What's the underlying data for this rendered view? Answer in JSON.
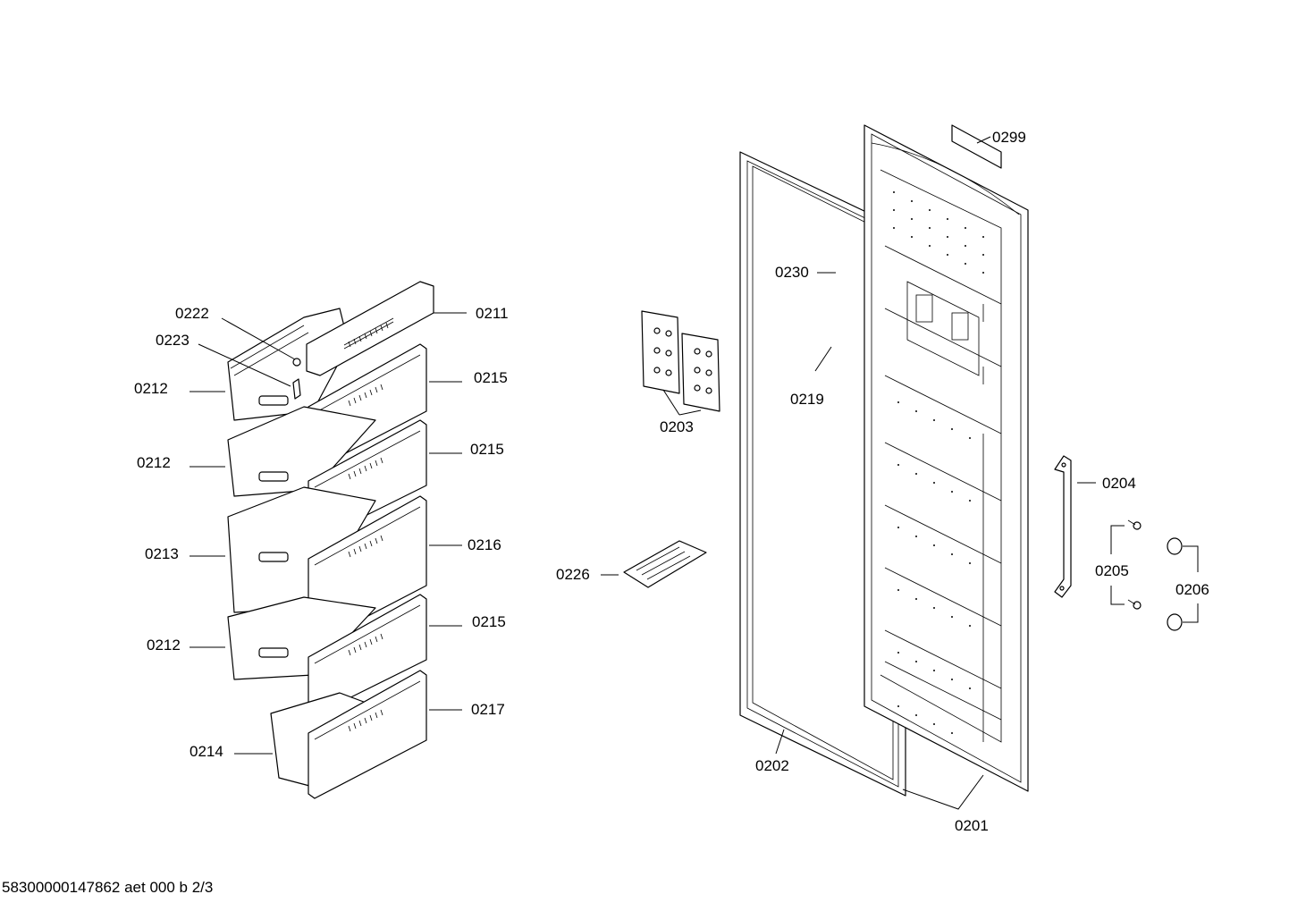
{
  "labels": {
    "p0299": "0299",
    "p0230": "0230",
    "p0222": "0222",
    "p0223": "0223",
    "p0211": "0211",
    "p0212a": "0212",
    "p0215a": "0215",
    "p0203": "0203",
    "p0219": "0219",
    "p0212b": "0212",
    "p0215b": "0215",
    "p0204": "0204",
    "p0213": "0213",
    "p0216": "0216",
    "p0226": "0226",
    "p0205": "0205",
    "p0206": "0206",
    "p0212c": "0212",
    "p0215c": "0215",
    "p0217": "0217",
    "p0214": "0214",
    "p0202": "0202",
    "p0201": "0201"
  },
  "footer": {
    "doc_id": "58300000147862 aet 000 b 2/3"
  }
}
